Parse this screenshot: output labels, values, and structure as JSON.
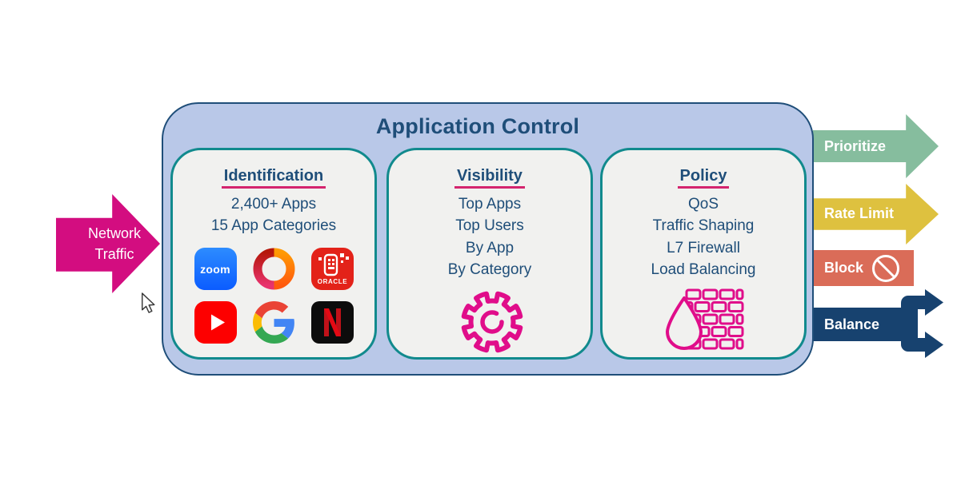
{
  "diagram_title": "Application Control",
  "input_arrow": {
    "label": "Network Traffic",
    "color": "#d30d80"
  },
  "cards": [
    {
      "heading": "Identification",
      "items": [
        "2,400+ Apps",
        "15 App Categories"
      ],
      "app_icons": [
        {
          "name": "zoom-app-icon",
          "text": "zoom"
        },
        {
          "name": "microsoft-office-icon"
        },
        {
          "name": "oracle-app-icon",
          "text": "ORACLE"
        },
        {
          "name": "youtube-icon"
        },
        {
          "name": "google-icon"
        },
        {
          "name": "netflix-icon"
        }
      ]
    },
    {
      "heading": "Visibility",
      "items": [
        "Top Apps",
        "Top Users",
        "By App",
        "By Category"
      ],
      "icon": "gear-icon"
    },
    {
      "heading": "Policy",
      "items": [
        "QoS",
        "Traffic Shaping",
        "L7 Firewall",
        "Load Balancing"
      ],
      "icon": "firewall-icon"
    }
  ],
  "outputs": [
    {
      "label": "Prioritize",
      "color": "#86bd9e",
      "shape": "arrow-right"
    },
    {
      "label": "Rate Limit",
      "color": "#dec13f",
      "shape": "arrow-right"
    },
    {
      "label": "Block",
      "color": "#da6c58",
      "shape": "rectangle",
      "icon": "no-entry-icon"
    },
    {
      "label": "Balance",
      "color": "#17426f",
      "shape": "split-arrow"
    }
  ],
  "accent_colors": {
    "container_fill": "#b9c8e8",
    "container_border": "#1f4e79",
    "card_fill": "#f1f1ef",
    "card_border": "#118a8d",
    "text_navy": "#1f4e79",
    "heading_underline": "#d4246e",
    "magenta_icon": "#e00d8a"
  }
}
